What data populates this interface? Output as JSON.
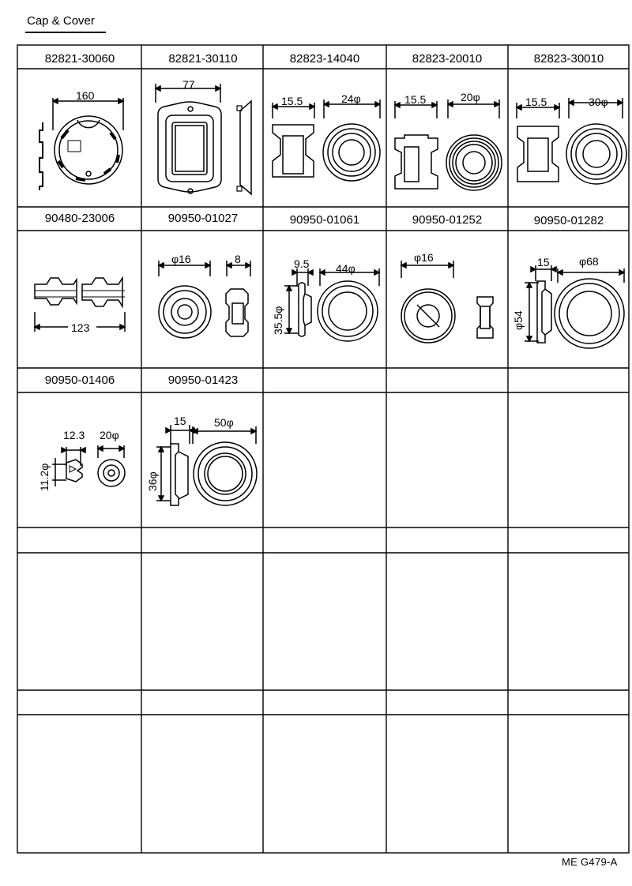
{
  "title": "Cap & Cover",
  "footer": "ME  G479-A",
  "rows": [
    {
      "cells": [
        {
          "part_no": "82821-30060",
          "dims": [
            "160"
          ]
        },
        {
          "part_no": "82821-30110",
          "dims": [
            "77"
          ]
        },
        {
          "part_no": "82823-14040",
          "dims": [
            "15.5",
            "24φ"
          ]
        },
        {
          "part_no": "82823-20010",
          "dims": [
            "15.5",
            "20φ"
          ]
        },
        {
          "part_no": "82823-30010",
          "dims": [
            "15.5",
            "30φ"
          ]
        }
      ]
    },
    {
      "cells": [
        {
          "part_no": "90480-23006",
          "dims": [
            "123"
          ]
        },
        {
          "part_no": "90950-01027",
          "dims": [
            "φ16",
            "8"
          ]
        },
        {
          "part_no": "90950-01061",
          "dims": [
            "9.5",
            "44φ",
            "35.5φ"
          ]
        },
        {
          "part_no": "90950-01252",
          "dims": [
            "φ16"
          ]
        },
        {
          "part_no": "90950-01282",
          "dims": [
            "15",
            "φ68",
            "φ54"
          ]
        }
      ]
    },
    {
      "cells": [
        {
          "part_no": "90950-01406",
          "dims": [
            "12.3",
            "20φ",
            "11.2φ"
          ]
        },
        {
          "part_no": "90950-01423",
          "dims": [
            "15",
            "50φ",
            "36φ"
          ]
        },
        {
          "part_no": "",
          "dims": []
        },
        {
          "part_no": "",
          "dims": []
        },
        {
          "part_no": "",
          "dims": []
        }
      ]
    }
  ]
}
